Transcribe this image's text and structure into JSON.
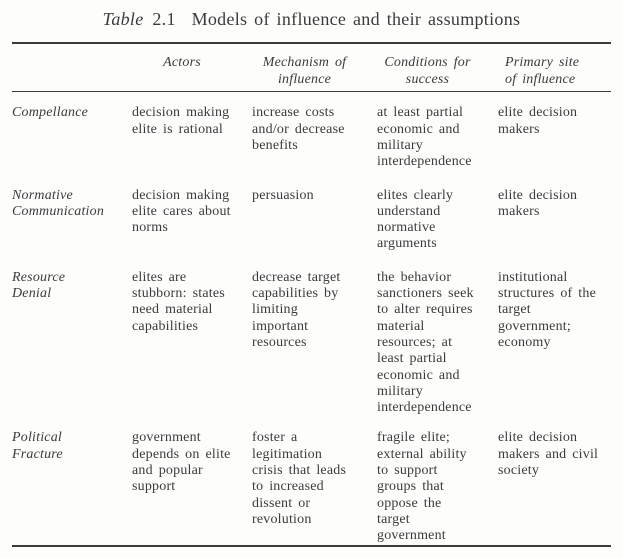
{
  "caption": {
    "label": "Table",
    "number": "2.1",
    "text": "Models of influence and their assumptions"
  },
  "colors": {
    "text": "#3b3b3b",
    "rule": "#3b3b3b",
    "background": "#fdfdfc"
  },
  "table": {
    "columns": [
      {
        "label": ""
      },
      {
        "label": "Actors"
      },
      {
        "label": "Mechanism of\ninfluence"
      },
      {
        "label": "Conditions for\nsuccess"
      },
      {
        "label": "Primary site\nof influence"
      }
    ],
    "rows": [
      {
        "model": "Compellance",
        "actors": "decision making\nelite is rational",
        "mechanism": "increase costs\nand/or decrease\nbenefits",
        "conditions": "at least partial\neconomic and\nmilitary\ninterdependence",
        "site": "elite decision\nmakers"
      },
      {
        "model": "Normative\nCommunication",
        "actors": "decision making\nelite cares about\nnorms",
        "mechanism": "persuasion",
        "conditions": "elites clearly\nunderstand\nnormative\narguments",
        "site": "elite decision\nmakers"
      },
      {
        "model": "Resource\nDenial",
        "actors": "elites are\nstubborn: states\nneed material\ncapabilities",
        "mechanism": "decrease target\ncapabilities by\nlimiting\nimportant\nresources",
        "conditions": "the behavior\nsanctioners seek\nto alter requires\nmaterial\nresources; at\nleast partial\neconomic and\nmilitary\ninterdependence",
        "site": "institutional\nstructures of the\ntarget\ngovernment;\neconomy"
      },
      {
        "model": "Political\nFracture",
        "actors": "government\ndepends on elite\nand popular\nsupport",
        "mechanism": "foster a\nlegitimation\ncrisis that leads\nto increased\ndissent or\nrevolution",
        "conditions": "fragile elite;\nexternal ability\nto support\ngroups that\noppose the\ntarget\ngovernment",
        "site": "elite decision\nmakers and civil\nsociety"
      }
    ]
  }
}
